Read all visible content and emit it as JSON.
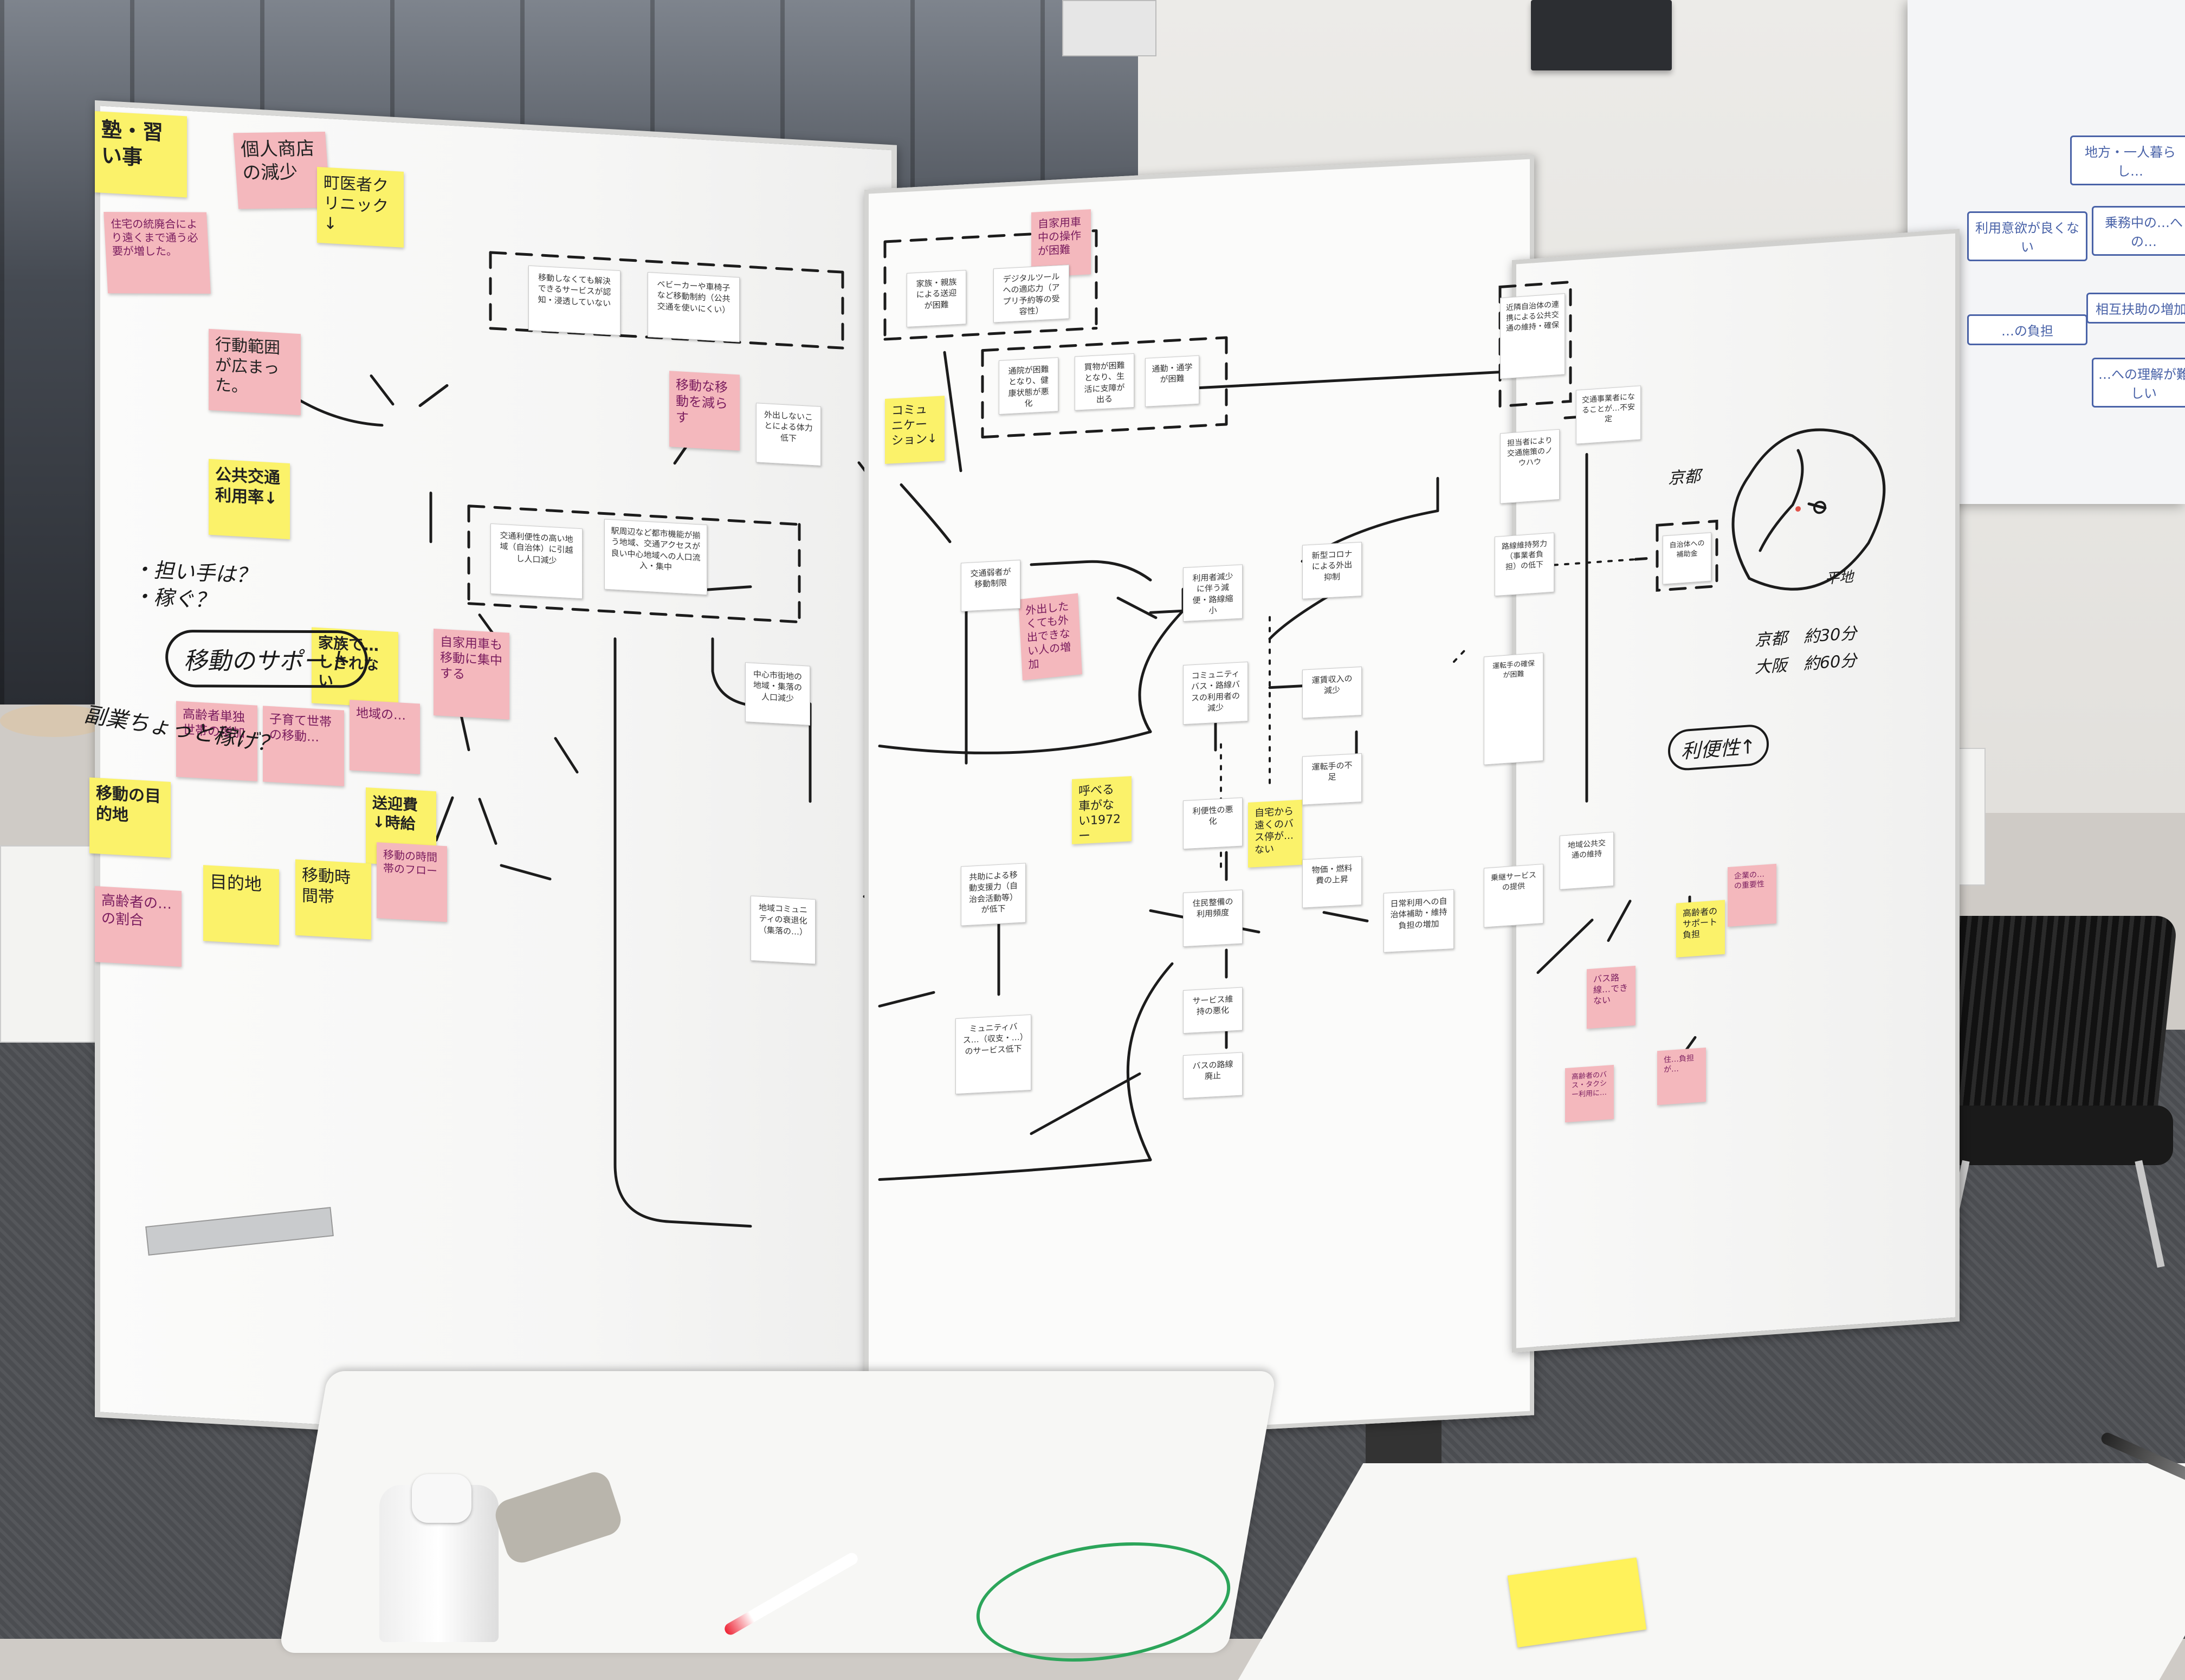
{
  "left_board": {
    "notes": [
      {
        "id": "juku",
        "color": "yellow",
        "text": "塾・習い事"
      },
      {
        "id": "kojin",
        "color": "pink",
        "text": "個人商店の減少"
      },
      {
        "id": "clinic",
        "color": "yellow",
        "text": "町医者クリニック↓"
      },
      {
        "id": "jutaku",
        "color": "pink",
        "text": "住宅の統廃合により遠くまで通う必要が増した。"
      },
      {
        "id": "kodo",
        "color": "pink",
        "text": "行動範囲が広まった。"
      },
      {
        "id": "koukyo",
        "color": "yellow",
        "text": "公共交通利用率↓"
      },
      {
        "id": "kazoku",
        "color": "yellow",
        "text": "家族で…しきれない"
      },
      {
        "id": "koreisha",
        "color": "pink",
        "text": "高齢者単独世帯の増加"
      },
      {
        "id": "kodomo",
        "color": "pink",
        "text": "子育て世帯の移動…"
      },
      {
        "id": "chiiki",
        "color": "pink",
        "text": "地域の…"
      },
      {
        "id": "jikoku",
        "color": "pink",
        "text": "自家用車も移動に集中する"
      },
      {
        "id": "sokuryo",
        "color": "yellow",
        "text": "送迎費↓時給"
      },
      {
        "id": "idou-mokuteki",
        "color": "yellow",
        "text": "移動の目的地"
      },
      {
        "id": "koureisha2",
        "color": "pink",
        "text": "高齢者の…の割合"
      },
      {
        "id": "mokutekichi",
        "color": "yellow",
        "text": "目的地"
      },
      {
        "id": "idou-jikan",
        "color": "yellow",
        "text": "移動時間帯"
      },
      {
        "id": "idou-flow",
        "color": "pink",
        "text": "移動の時間帯のフロー"
      },
      {
        "id": "idou-taisho",
        "color": "pink",
        "text": "移動な移動を減らす"
      }
    ],
    "handwriting": {
      "ninaite": "・担い手は？",
      "shushu": "・稼ぐ？",
      "sapoto": "移動のサポート",
      "fukugyo": "副業ちょっと稼げ？"
    },
    "cards": [
      {
        "id": "card-a",
        "text": "移動しなくても解決できるサービスが認知・浸透していない"
      },
      {
        "id": "card-b",
        "text": "ベビーカーや車椅子など移動制約（公共交通を使いにくい）"
      },
      {
        "id": "card-c",
        "text": "外出しないことによる体力低下"
      },
      {
        "id": "card-d",
        "text": "交通利便性の高い地域（自治体）に引越し人口減少"
      },
      {
        "id": "card-e",
        "text": "駅周辺など都市機能が揃う地域、交通アクセスが良い中心地域への人口流入・集中"
      },
      {
        "id": "card-f",
        "text": "中心市街地の地域・集落の人口減少"
      },
      {
        "id": "card-g",
        "text": "地域コミュニティの衰退化（集落の…）"
      }
    ]
  },
  "mid_board": {
    "notes": [
      {
        "id": "jiritsu",
        "color": "pink",
        "text": "自家用車中の操作が困難"
      },
      {
        "id": "comm",
        "color": "yellow",
        "text": "コミュニケーション↓"
      },
      {
        "id": "gaishutsu",
        "color": "pink",
        "text": "外出したくても外出できない人の増加"
      },
      {
        "id": "yoberu",
        "color": "yellow",
        "text": "呼べる車がない1972ー"
      },
      {
        "id": "kitaku",
        "color": "yellow",
        "text": "自宅から遠くのバス停が…ない"
      }
    ],
    "cards": [
      {
        "id": "m1",
        "text": "家族・親族による送迎が困難"
      },
      {
        "id": "m2",
        "text": "デジタルツールへの適応力（アプリ予約等の受容性）"
      },
      {
        "id": "m3",
        "text": "通院が困難となり、健康状態が悪化"
      },
      {
        "id": "m4",
        "text": "買物が困難となり、生活に支障が出る"
      },
      {
        "id": "m5",
        "text": "通勤・通学が困難"
      },
      {
        "id": "m6",
        "text": "交通弱者が移動制限"
      },
      {
        "id": "m7",
        "text": "利用者減少に伴う減便・路線縮小"
      },
      {
        "id": "m8",
        "text": "新型コロナによる外出抑制"
      },
      {
        "id": "m9",
        "text": "コミュニティバス・路線バスの利用者の減少"
      },
      {
        "id": "m10",
        "text": "運賃収入の減少"
      },
      {
        "id": "m11",
        "text": "運転手の不足"
      },
      {
        "id": "m12",
        "text": "利便性の悪化"
      },
      {
        "id": "m13",
        "text": "共助による移動支援力（自治会活動等）が低下"
      },
      {
        "id": "m14",
        "text": "住民整備の利用頻度"
      },
      {
        "id": "m15",
        "text": "サービス維持の悪化"
      },
      {
        "id": "m16",
        "text": "バスの路線廃止"
      },
      {
        "id": "m17",
        "text": "ミュニティバス…（収支・…）のサービス低下"
      },
      {
        "id": "m18",
        "text": "物価・燃料費の上昇"
      },
      {
        "id": "m19",
        "text": "日常利用への自治体補助・維持負担の増加"
      }
    ]
  },
  "right_board": {
    "notes": [
      {
        "id": "r1",
        "color": "pink",
        "text": "バス路線…できない"
      },
      {
        "id": "r2",
        "color": "yellow",
        "text": "高齢者のサポート負担"
      },
      {
        "id": "r3",
        "color": "pink",
        "text": "企業の…の重要性"
      },
      {
        "id": "r4",
        "color": "pink",
        "text": "高齢者のバス・タクシー利用に…"
      },
      {
        "id": "r5",
        "color": "pink",
        "text": "住…負担が…"
      }
    ],
    "cards": [
      {
        "id": "rc1",
        "text": "近隣自治体の連携による公共交通の維持・確保"
      },
      {
        "id": "rc2",
        "text": "交通事業者になることが…不安定"
      },
      {
        "id": "rc3",
        "text": "担当者により交通施策のノウハウ"
      },
      {
        "id": "rc4",
        "text": "路線維持努力（事業者負担）の低下"
      },
      {
        "id": "rc5",
        "text": "自治体への補助金"
      },
      {
        "id": "rc6",
        "text": "運転手の確保が困難"
      },
      {
        "id": "rc7",
        "text": "地域公共交通の維持"
      },
      {
        "id": "rc8",
        "text": "乗継サービスの提供"
      }
    ],
    "handwriting": {
      "kyoto": "京都",
      "heichi": "平地",
      "kyoto_time": "京都　約30分",
      "osaka_time": "大阪　約60分",
      "benri": "利便性↑"
    }
  },
  "screen": {
    "items": [
      "地方・一人暮らし…",
      "利用意欲が良くない",
      "乗務中の…への…",
      "相互扶助の増加",
      "…の負担",
      "…への理解が難しい"
    ]
  }
}
